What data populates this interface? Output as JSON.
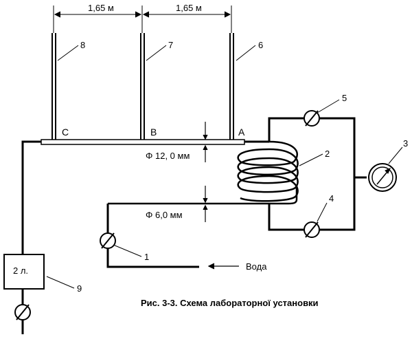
{
  "dimensions": {
    "left_spacing": "1,65 м",
    "right_spacing": "1,65 м",
    "wide_pipe": "Φ 12, 0 мм",
    "narrow_pipe": "Φ 6,0 мм"
  },
  "points": {
    "a": "A",
    "b": "B",
    "c": "C"
  },
  "numbers": {
    "n1": "1",
    "n2": "2",
    "n3": "3",
    "n4": "4",
    "n5": "5",
    "n6": "6",
    "n7": "7",
    "n8": "8",
    "n9": "9"
  },
  "tank_label": "2 л.",
  "water_label": "Вода",
  "caption": "Рис. 3-3. Схема лабораторної  установки"
}
